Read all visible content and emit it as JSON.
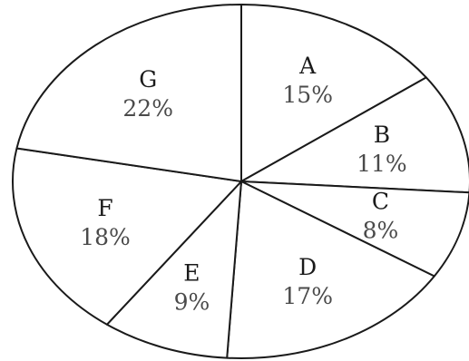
{
  "chart_data": {
    "type": "pie",
    "slices": [
      {
        "label": "A",
        "value": 15,
        "text": "15%"
      },
      {
        "label": "B",
        "value": 11,
        "text": "11%"
      },
      {
        "label": "C",
        "value": 8,
        "text": "8%"
      },
      {
        "label": "D",
        "value": 17,
        "text": "17%"
      },
      {
        "label": "E",
        "value": 9,
        "text": "9%"
      },
      {
        "label": "F",
        "value": 18,
        "text": "18%"
      },
      {
        "label": "G",
        "value": 22,
        "text": "22%"
      }
    ],
    "colors": {
      "outline": "#1a1a1a",
      "fill": "#ffffff",
      "name_text": "#1a1a1a",
      "value_text": "#4a4a4a"
    }
  }
}
